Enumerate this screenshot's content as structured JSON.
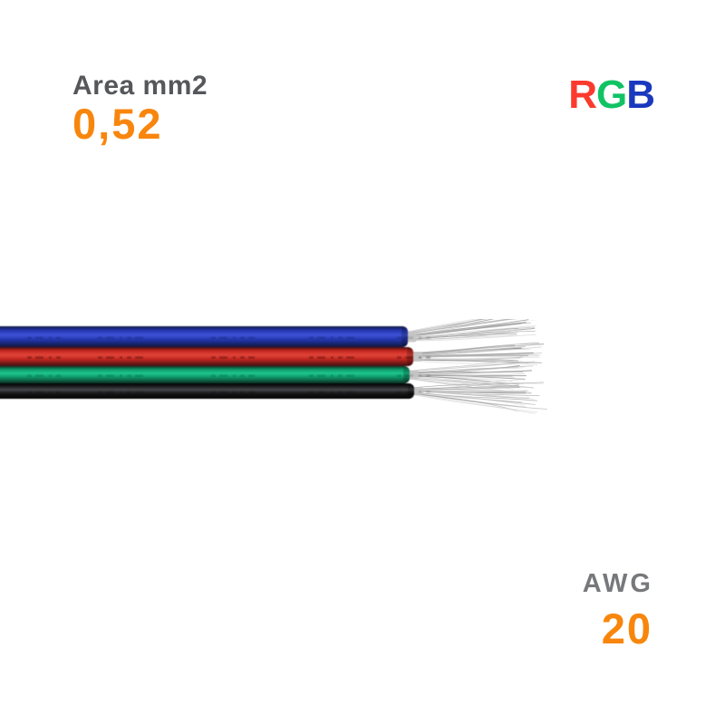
{
  "area_spec": {
    "label": "Area mm2",
    "value": "0,52"
  },
  "awg_spec": {
    "label": "AWG",
    "value": "20"
  },
  "rgb_badge": {
    "letters": [
      {
        "char": "R",
        "color": "#fb3a2e"
      },
      {
        "char": "G",
        "color": "#10c364"
      },
      {
        "char": "B",
        "color": "#1a38bd"
      }
    ]
  },
  "colors": {
    "background": "#ffffff",
    "spec_label_gray": "#56575b",
    "awg_label_gray": "#77787c",
    "accent_orange": "#f8860d",
    "strand_silver": "#b5b5b5"
  },
  "cable": {
    "description": "4-conductor flat RGB ribbon cable with stripped tinned stranded ends",
    "wires": [
      {
        "name": "blue",
        "dark": "#10173d",
        "base": "#2336ad",
        "highlight": "#3d52d6"
      },
      {
        "name": "red",
        "dark": "#3c0f10",
        "base": "#c0261f",
        "highlight": "#e04438"
      },
      {
        "name": "green",
        "dark": "#0a2e22",
        "base": "#0f9668",
        "highlight": "#1cc78e"
      },
      {
        "name": "black",
        "dark": "#000000",
        "base": "#18181b",
        "highlight": "#47484c"
      }
    ]
  }
}
